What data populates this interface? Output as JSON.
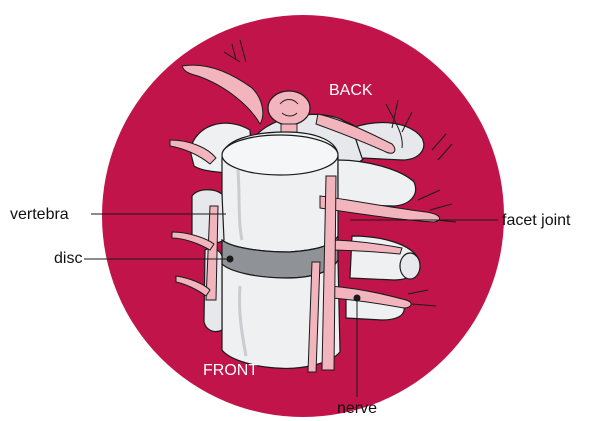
{
  "colors": {
    "disc_background": "#c0144a",
    "bone": "#eef0f2",
    "bone_shadow": "#c9ccd1",
    "nerve": "#f2b5be",
    "disc": "#8f9296",
    "outline": "#1a1a1a"
  },
  "labels": {
    "back": "BACK",
    "front": "FRONT",
    "vertebra": "vertebra",
    "disc": "disc",
    "facet_joint": "facet joint",
    "nerve": "nerve"
  }
}
